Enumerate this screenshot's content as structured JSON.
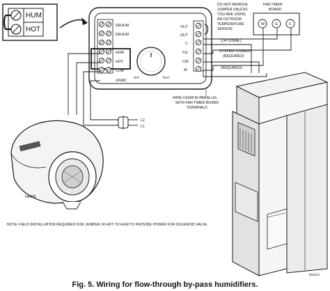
{
  "colors": {
    "line": "#1a1a1a",
    "panel": "#ffffff",
    "furnace_shade": "#e9e9e9",
    "furnace_dark": "#9a9a9a"
  },
  "inset": {
    "terminals": [
      "HUM",
      "HOT"
    ]
  },
  "control_panel": {
    "left_terminals": [
      "DEHUM",
      "DEHUM",
      "",
      "HUM",
      "HOT",
      "COM",
      "24VAC"
    ],
    "right_terminals": [
      "OUT",
      "OUT",
      "C",
      "CG",
      "CW",
      "W"
    ],
    "dial_labels": [
      "OFF",
      "TEST"
    ]
  },
  "notes": {
    "jumper": [
      "DO NOT REMOVE",
      "JUMPER UNLESS",
      "YOU ARE USING",
      "AN OUTDOOR",
      "TEMPERATURE",
      "SENSOR"
    ],
    "optional": "(OPTIONAL)",
    "system_common": [
      "SYSTEM COMMON",
      "(REQUIRED)"
    ],
    "required": "(REQUIRED)",
    "parallel": [
      "WIRE H1008 IN PARALLEL",
      "WITH FAN TIMER BOARD",
      "TERMINALS"
    ]
  },
  "fan_timer": {
    "title": [
      "FAN TIMER",
      "BOARD"
    ],
    "terminals": [
      "W",
      "G",
      "C"
    ]
  },
  "line_voltage": {
    "labels": [
      "L2",
      "L1"
    ]
  },
  "humidifier": {
    "model": "HE265"
  },
  "footnote": "NOTE:   FIELD INSTALLATION REQUIRED FOR JUMPER 24 HOT TO HUM TO PROVIDE POWER FOR SOLENOID VALVE.",
  "figure_id": "M22421",
  "caption": "Fig. 5. Wiring for flow-through by-pass humidifiers."
}
